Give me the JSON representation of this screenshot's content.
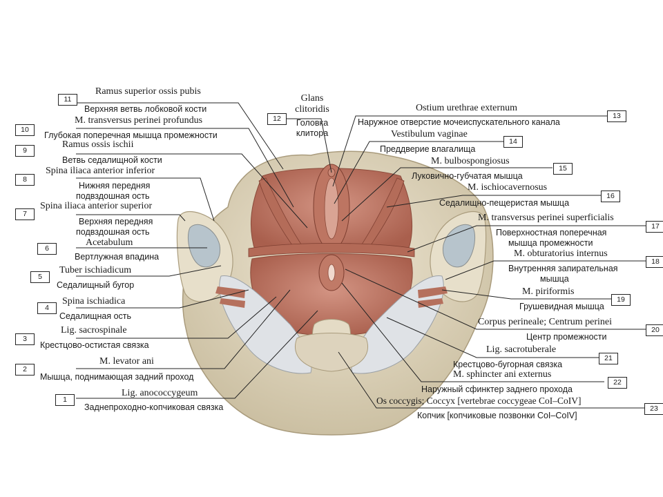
{
  "labels": [
    {
      "num": "11",
      "latin": "Ramus superior ossis pubis",
      "russian": "Верхняя ветвь лобковой кости"
    },
    {
      "num": "10",
      "latin": "M. transversus perinei profundus",
      "russian": "Глубокая поперечная мышца промежности"
    },
    {
      "num": "9",
      "latin": "Ramus ossis ischii",
      "russian": "Ветвь седалищной кости"
    },
    {
      "num": "8",
      "latin": "Spina iliaca anterior inferior",
      "russian": "Нижняя передняя",
      "russian2": "подвздошная ость"
    },
    {
      "num": "7",
      "latin": "Spina iliaca anterior superior",
      "russian": "Верхняя передняя",
      "russian2": "подвздошная ость"
    },
    {
      "num": "6",
      "latin": "Acetabulum",
      "russian": "Вертлужная впадина"
    },
    {
      "num": "5",
      "latin": "Tuber ischiadicum",
      "russian": "Седалищный бугор"
    },
    {
      "num": "4",
      "latin": "Spina ischiadica",
      "russian": "Седалищная ость"
    },
    {
      "num": "3",
      "latin": "Lig. sacrospinale",
      "russian": "Крестцово-остистая связка"
    },
    {
      "num": "2",
      "latin": "M. levator ani",
      "russian": "Мышца, поднимающая задний проход"
    },
    {
      "num": "1",
      "latin": "Lig. anococcygeum",
      "russian": "Заднепроходно-копчиковая связка"
    },
    {
      "num": "12",
      "latin": "Glans",
      "latin2": "clitoridis",
      "russian": "Головка",
      "russian2": "клитора"
    },
    {
      "num": "13",
      "latin": "Ostium urethrae externum",
      "russian": "Наружное отверстие мочеиспускательного канала"
    },
    {
      "num": "14",
      "latin": "Vestibulum vaginae",
      "russian": "Преддверие влагалища"
    },
    {
      "num": "15",
      "latin": "M. bulbospongiosus",
      "russian": "Луковично-губчатая мышца"
    },
    {
      "num": "16",
      "latin": "M. ischiocavernosus",
      "russian": "Седалищно-пещеристая мышца"
    },
    {
      "num": "17",
      "latin": "M. transversus perinei superficialis",
      "russian": "Поверхностная поперечная",
      "russian2": "мышца промежности"
    },
    {
      "num": "18",
      "latin": "M. obturatorius internus",
      "russian": "Внутренняя запирательная",
      "russian2": "мышца"
    },
    {
      "num": "19",
      "latin": "M. piriformis",
      "russian": "Грушевидная мышца"
    },
    {
      "num": "20",
      "latin": "Corpus perineale; Centrum perinei",
      "russian": "Центр промежности"
    },
    {
      "num": "21",
      "latin": "Lig. sacrotuberale",
      "russian": "Крестцово-бугорная связка"
    },
    {
      "num": "22",
      "latin": "M. sphincter ani externus",
      "russian": "Наружный сфинктер заднего прохода"
    },
    {
      "num": "23",
      "latin": "Os coccygis; Coccyx [vertebrae coccygeae CoI–CoIV]",
      "russian": "Копчик [копчиковые позвонки CoI–CoIV]"
    }
  ],
  "colors": {
    "bone": "#ddd3bd",
    "bone_shade": "#c7bb9f",
    "muscle": "#c4806c",
    "muscle_dark": "#9c5544",
    "ligament": "#dfe2e6",
    "line": "#222222"
  }
}
